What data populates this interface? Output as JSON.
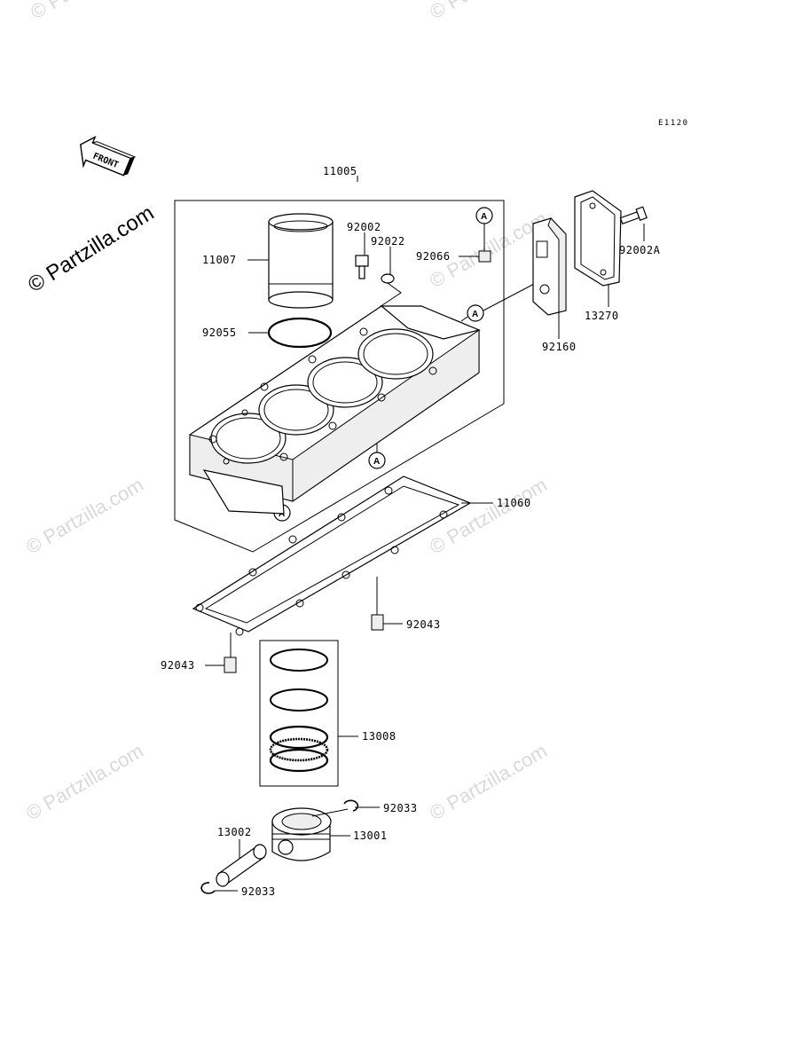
{
  "diagram": {
    "code": "E1120",
    "front_label": "FRONT",
    "ref_marker": "A",
    "watermarks": {
      "strong": "© Partzilla.com",
      "faint": "© Partzilla.com"
    },
    "labels": {
      "p11005": "11005",
      "p11007": "11007",
      "p92002": "92002",
      "p92022": "92022",
      "p92066": "92066",
      "p92055": "92055",
      "p92002A": "92002A",
      "p13270": "13270",
      "p92160": "92160",
      "p11060": "11060",
      "p92043a": "92043",
      "p92043b": "92043",
      "p13008": "13008",
      "p92033a": "92033",
      "p13002": "13002",
      "p13001": "13001",
      "p92033b": "92033"
    }
  }
}
